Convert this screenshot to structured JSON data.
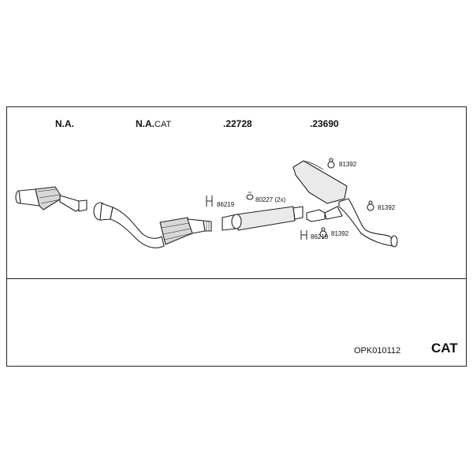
{
  "headers": {
    "col1": "N.A.",
    "col2_main": "N.A.",
    "col2_sub": "CAT",
    "col3": ".22728",
    "col4": ".23690"
  },
  "part_labels": {
    "clamp_a": "86219",
    "gasket_2x": "80227 (2x)",
    "hanger_top": "81392",
    "hanger_right": "81392",
    "clamp_b": "86219",
    "hanger_bottom": "81392"
  },
  "footer": {
    "code": "OPK010112",
    "tag": "CAT"
  }
}
